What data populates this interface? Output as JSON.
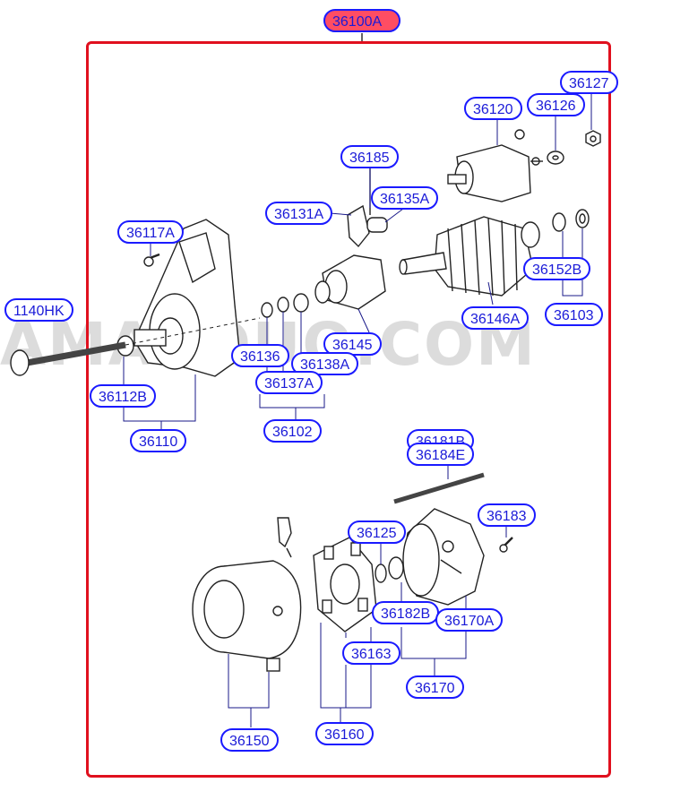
{
  "diagram": {
    "assembly_label": "36100A",
    "watermark": "AMAZOUQ.COM",
    "colors": {
      "frame": "#e0101e",
      "callout_border": "#1a1aff",
      "callout_text": "#1a1ad8",
      "assembly_fill": "#ff4d63"
    },
    "callouts": [
      {
        "id": "c36127",
        "text": "36127"
      },
      {
        "id": "c36120",
        "text": "36120"
      },
      {
        "id": "c36126",
        "text": "36126"
      },
      {
        "id": "c36185",
        "text": "36185"
      },
      {
        "id": "c36135A",
        "text": "36135A"
      },
      {
        "id": "c36131A",
        "text": "36131A"
      },
      {
        "id": "c36117A",
        "text": "36117A"
      },
      {
        "id": "c36152B",
        "text": "36152B"
      },
      {
        "id": "c1140HK",
        "text": "1140HK"
      },
      {
        "id": "c36146A",
        "text": "36146A"
      },
      {
        "id": "c36103",
        "text": "36103"
      },
      {
        "id": "c36145",
        "text": "36145"
      },
      {
        "id": "c36136",
        "text": "36136"
      },
      {
        "id": "c36138A",
        "text": "36138A"
      },
      {
        "id": "c36137A",
        "text": "36137A"
      },
      {
        "id": "c36112B",
        "text": "36112B"
      },
      {
        "id": "c36110",
        "text": "36110"
      },
      {
        "id": "c36102",
        "text": "36102"
      },
      {
        "id": "c36181B",
        "text": "36181B"
      },
      {
        "id": "c36184E",
        "text": "36184E"
      },
      {
        "id": "c36183",
        "text": "36183"
      },
      {
        "id": "c36125",
        "text": "36125"
      },
      {
        "id": "c36182B",
        "text": "36182B"
      },
      {
        "id": "c36170A",
        "text": "36170A"
      },
      {
        "id": "c36163",
        "text": "36163"
      },
      {
        "id": "c36170",
        "text": "36170"
      },
      {
        "id": "c36150",
        "text": "36150"
      },
      {
        "id": "c36160",
        "text": "36160"
      }
    ]
  }
}
